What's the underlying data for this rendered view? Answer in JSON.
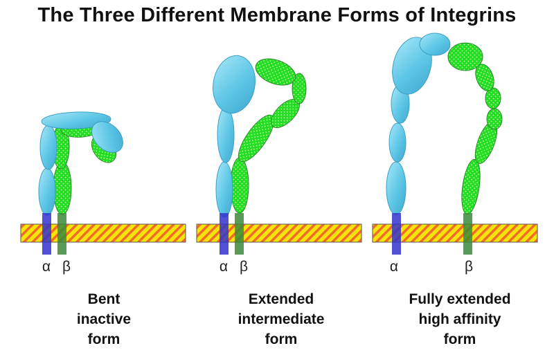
{
  "title": "The Three Different Membrane Forms of Integrins",
  "colors": {
    "alpha_subunit": "#6ecde8",
    "beta_subunit": "#22dd22",
    "membrane_yellow": "#f5e40a",
    "membrane_stripe": "#f26a2a",
    "alpha_transmembrane": "#3333cc",
    "beta_transmembrane": "#3a8a3a"
  },
  "forms": [
    {
      "alpha_label": "α",
      "beta_label": "β",
      "caption": [
        "Bent",
        "inactive",
        "form"
      ]
    },
    {
      "alpha_label": "α",
      "beta_label": "β",
      "caption": [
        "Extended",
        "intermediate",
        "form"
      ]
    },
    {
      "alpha_label": "α",
      "beta_label": "β",
      "caption": [
        "Fully extended",
        "high affinity",
        "form"
      ]
    }
  ]
}
